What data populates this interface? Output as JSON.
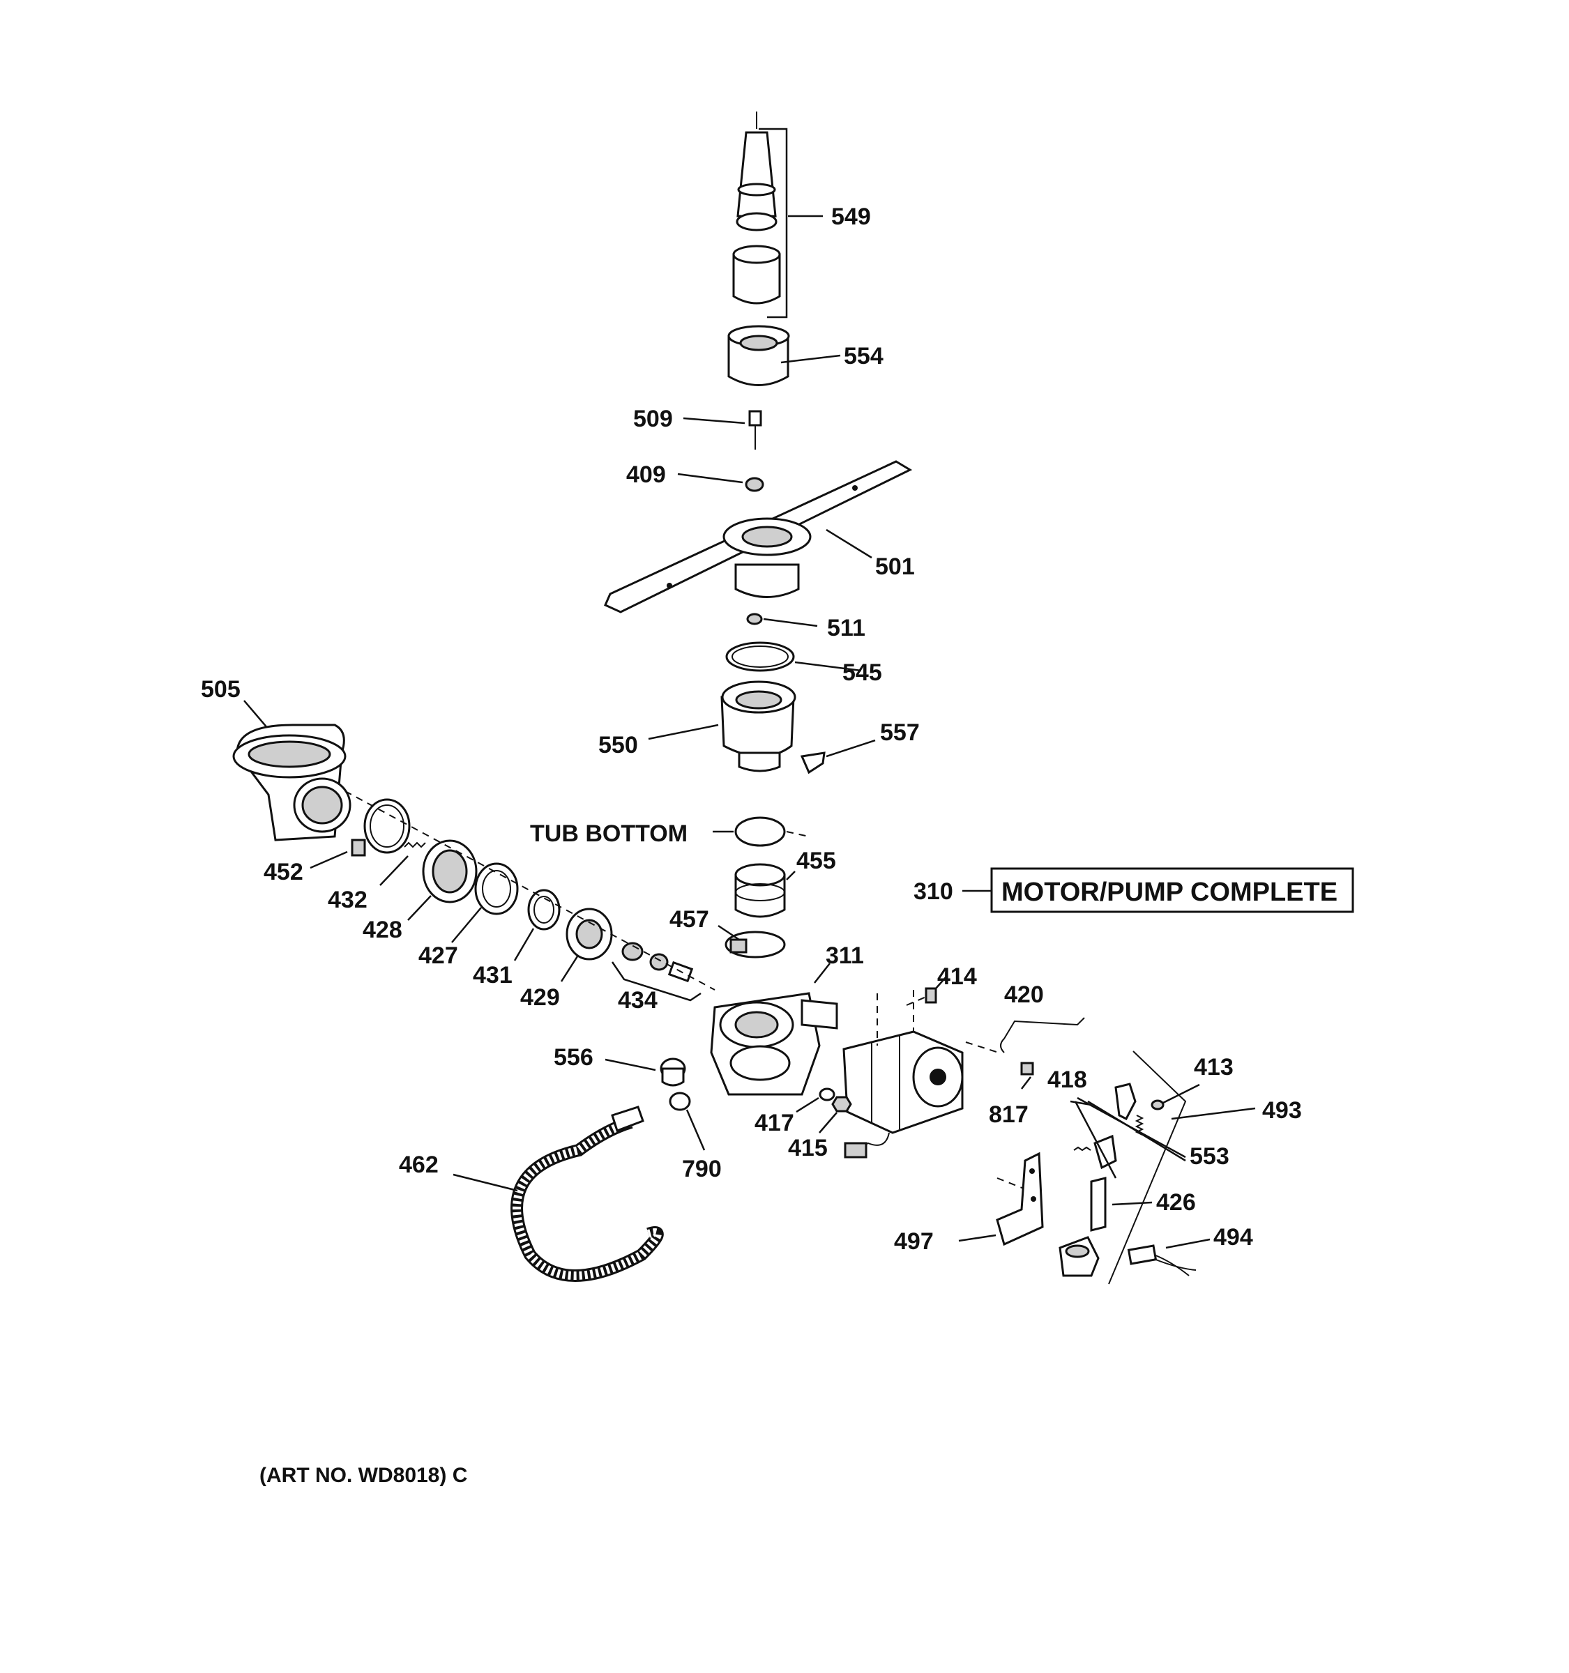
{
  "labels": {
    "p549": "549",
    "p554": "554",
    "p509": "509",
    "p409": "409",
    "p501": "501",
    "p511": "511",
    "p545": "545",
    "p505": "505",
    "p550": "550",
    "p557": "557",
    "p455": "455",
    "p457": "457",
    "p310": "310",
    "p311": "311",
    "p452": "452",
    "p432": "432",
    "p428": "428",
    "p427": "427",
    "p431": "431",
    "p429": "429",
    "p434": "434",
    "p414": "414",
    "p420": "420",
    "p413": "413",
    "p418": "418",
    "p493": "493",
    "p817": "817",
    "p556": "556",
    "p417": "417",
    "p415": "415",
    "p553": "553",
    "p790": "790",
    "p462": "462",
    "p426": "426",
    "p497": "497",
    "p494": "494"
  },
  "tub_bottom": "TUB BOTTOM",
  "motor_pump": "MOTOR/PUMP COMPLETE",
  "art_no": "(ART NO. WD8018) C",
  "icons": {
    "parts": [
      "spray-arm-tube",
      "nozzle",
      "screw",
      "nut",
      "lower-spray-arm",
      "clip",
      "ring",
      "sump-housing",
      "manifold",
      "bracket",
      "gasket",
      "hose-clamp",
      "pump-housing",
      "motor",
      "rod",
      "spring",
      "solenoid",
      "drain-hose"
    ]
  }
}
